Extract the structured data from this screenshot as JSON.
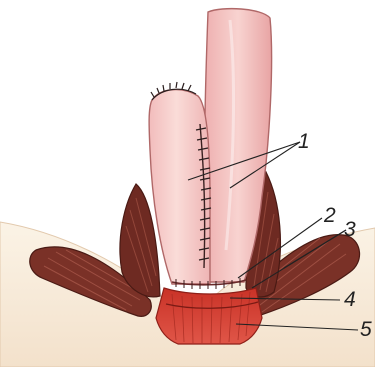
{
  "figure": {
    "labels": [
      {
        "id": "1",
        "text": "1"
      },
      {
        "id": "2",
        "text": "2"
      },
      {
        "id": "3",
        "text": "3"
      },
      {
        "id": "4",
        "text": "4"
      },
      {
        "id": "5",
        "text": "5"
      }
    ]
  },
  "colors": {
    "background": "#ffffff",
    "skin": "#f7ead9",
    "bowel_pink": "#f4c2c2",
    "bowel_shade": "#e59a9a",
    "muscle_dark": "#6b2a22",
    "muscle_mid": "#8a3a2f",
    "anal_canal_red": "#d8463a",
    "suture": "#2a1e1e",
    "leader_line": "#222222"
  }
}
